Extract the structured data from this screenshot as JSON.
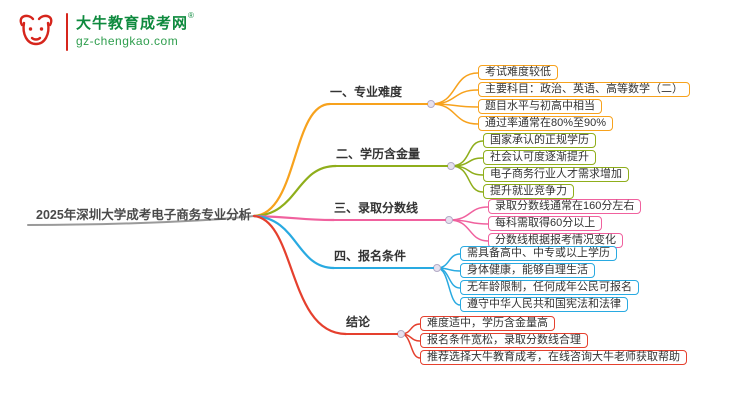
{
  "logo": {
    "site_name": "大牛教育成考网",
    "reg_mark": "®",
    "site_url": "gz-chengkao.com",
    "brand_red": "#d6251c",
    "name_green": "#0e8a3e",
    "url_green": "#2f9e4e"
  },
  "central": {
    "title": "2025年深圳大学成考电子商务专业分析"
  },
  "branches": [
    {
      "label": "一、专业难度",
      "color": "#f7a21d",
      "leaves": [
        "考试难度较低",
        "主要科目：政治、英语、高等数学（二）",
        "题目水平与初高中相当",
        "通过率通常在80%至90%"
      ]
    },
    {
      "label": "二、学历含金量",
      "color": "#8fae1b",
      "leaves": [
        "国家承认的正规学历",
        "社会认可度逐渐提升",
        "电子商务行业人才需求增加",
        "提升就业竞争力"
      ]
    },
    {
      "label": "三、录取分数线",
      "color": "#f0619e",
      "leaves": [
        "录取分数线通常在160分左右",
        "每科需取得60分以上",
        "分数线根据报考情况变化"
      ]
    },
    {
      "label": "四、报名条件",
      "color": "#29aae1",
      "leaves": [
        "需具备高中、中专或以上学历",
        "身体健康，能够自理生活",
        "无年龄限制，任何成年公民可报名",
        "遵守中华人民共和国宪法和法律"
      ]
    },
    {
      "label": "结论",
      "color": "#e5402e",
      "leaves": [
        "难度适中，学历含金量高",
        "报名条件宽松，录取分数线合理",
        "推荐选择大牛教育成考，在线咨询大牛老师获取帮助"
      ]
    }
  ]
}
